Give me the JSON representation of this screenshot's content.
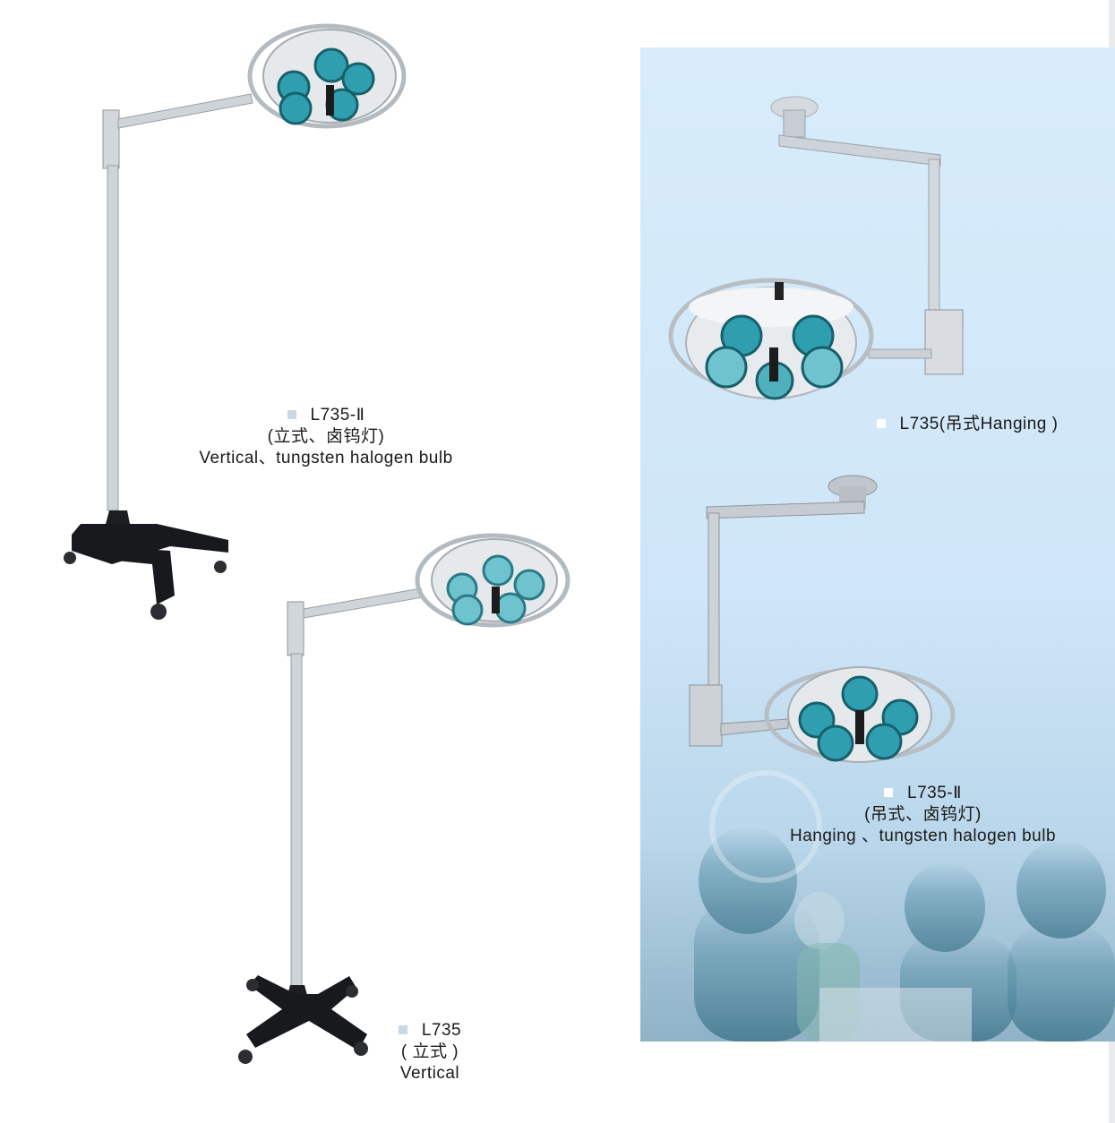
{
  "captions": {
    "l735_ii_vertical": {
      "model": "L735-Ⅱ",
      "type_cn": "(立式、卤钨灯)",
      "type_en": "Vertical、tungsten halogen bulb"
    },
    "l735_vertical": {
      "model": "L735",
      "type_cn": "( 立式 )",
      "type_en": "Vertical"
    },
    "l735_hanging": {
      "model": "L735(吊式Hanging )"
    },
    "l735_ii_hanging": {
      "model": "L735-Ⅱ",
      "type_cn": "(吊式、卤钨灯)",
      "type_en": "Hanging 、tungsten halogen bulb"
    }
  },
  "colors": {
    "panel_background": "#cfe6f8",
    "lens_teal": "#2f9fb0",
    "lamp_body": "#e6e9ec",
    "base_black": "#16181c",
    "pole_grey": "#c9ced3"
  },
  "icons": [
    "square-bullet-icon",
    "surgical-lamp-head-icon"
  ]
}
